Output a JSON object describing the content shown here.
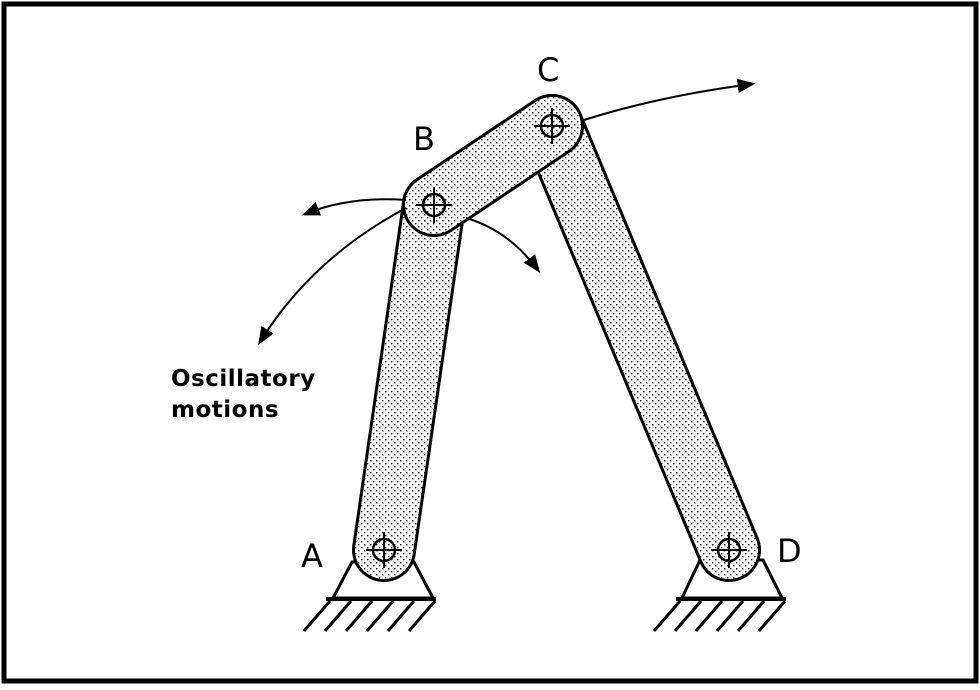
{
  "diagram": {
    "joints": {
      "a": "A",
      "b": "B",
      "c": "C",
      "d": "D"
    },
    "annotation": {
      "line1": "Oscillatory",
      "line2": "motions"
    },
    "colors": {
      "ink": "#000000",
      "background": "#ffffff",
      "link_stipple": "#000000"
    },
    "icons": {
      "pivot": "crosshair-circle-icon",
      "ground": "hatched-ground-support-icon",
      "motion": "curved-arrow-icon"
    }
  }
}
